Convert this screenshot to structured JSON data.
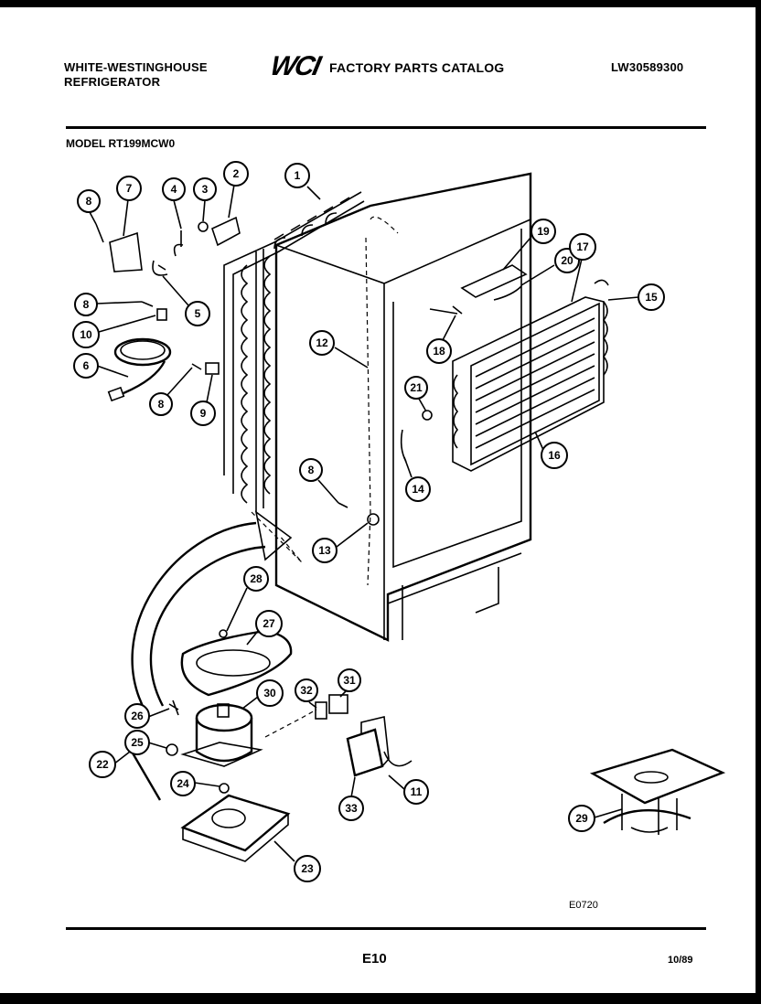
{
  "header": {
    "manufacturer_line1": "WHITE-WESTINGHOUSE",
    "manufacturer_line2": "REFRIGERATOR",
    "logo": "WCI",
    "catalog_title": "FACTORY PARTS CATALOG",
    "catalog_number": "LW30589300"
  },
  "model": "MODEL RT199MCW0",
  "footer": {
    "page_code": "E10",
    "date": "10/89",
    "drawing_ref": "E0720"
  },
  "callouts": [
    {
      "id": "c1",
      "label": "1"
    },
    {
      "id": "c2",
      "label": "2"
    },
    {
      "id": "c3",
      "label": "3"
    },
    {
      "id": "c4",
      "label": "4"
    },
    {
      "id": "c7",
      "label": "7"
    },
    {
      "id": "c8a",
      "label": "8"
    },
    {
      "id": "c8b",
      "label": "8"
    },
    {
      "id": "c10",
      "label": "10"
    },
    {
      "id": "c5",
      "label": "5"
    },
    {
      "id": "c6",
      "label": "6"
    },
    {
      "id": "c8c",
      "label": "8"
    },
    {
      "id": "c9",
      "label": "9"
    },
    {
      "id": "c12",
      "label": "12"
    },
    {
      "id": "c19",
      "label": "19"
    },
    {
      "id": "c20",
      "label": "20"
    },
    {
      "id": "c17",
      "label": "17"
    },
    {
      "id": "c15",
      "label": "15"
    },
    {
      "id": "c18",
      "label": "18"
    },
    {
      "id": "c21",
      "label": "21"
    },
    {
      "id": "c16",
      "label": "16"
    },
    {
      "id": "c14",
      "label": "14"
    },
    {
      "id": "c8d",
      "label": "8"
    },
    {
      "id": "c13",
      "label": "13"
    },
    {
      "id": "c28",
      "label": "28"
    },
    {
      "id": "c27",
      "label": "27"
    },
    {
      "id": "c30",
      "label": "30"
    },
    {
      "id": "c32",
      "label": "32"
    },
    {
      "id": "c31",
      "label": "31"
    },
    {
      "id": "c26",
      "label": "26"
    },
    {
      "id": "c25",
      "label": "25"
    },
    {
      "id": "c22",
      "label": "22"
    },
    {
      "id": "c24",
      "label": "24"
    },
    {
      "id": "c11",
      "label": "11"
    },
    {
      "id": "c33",
      "label": "33"
    },
    {
      "id": "c23",
      "label": "23"
    },
    {
      "id": "c29",
      "label": "29"
    }
  ]
}
